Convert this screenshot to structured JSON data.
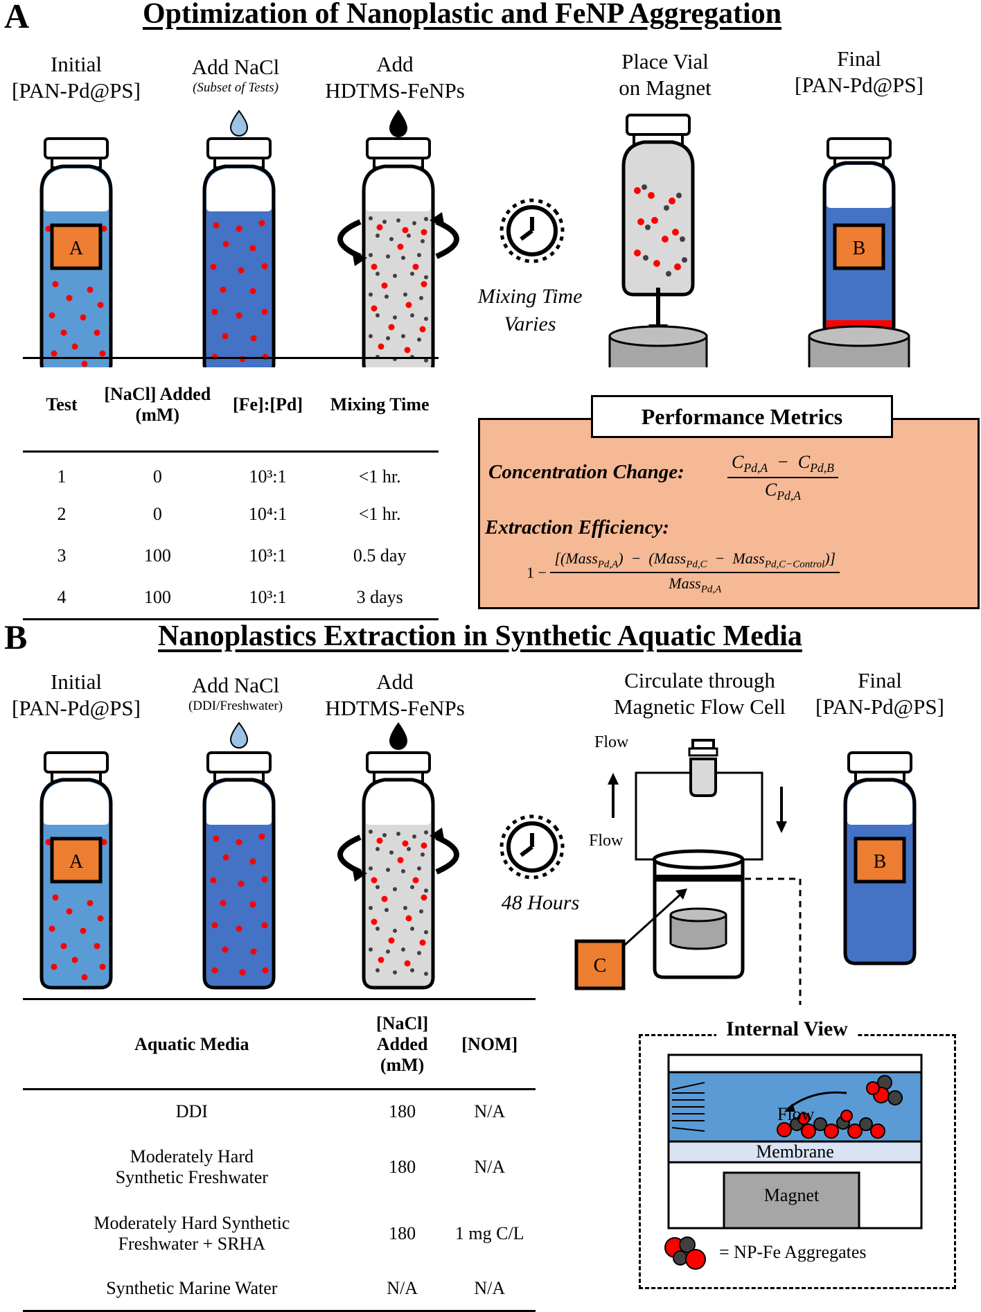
{
  "panel_a": {
    "letter": "A",
    "title": "Optimization of Nanoplastic and FeNP Aggregation",
    "steps": {
      "initial": "Initial",
      "initial_sub": "[PAN-Pd@PS]",
      "add_nacl": "Add NaCl",
      "add_nacl_note": "(Subset of Tests)",
      "add_hdtms": "Add",
      "add_hdtms_sub": "HDTMS-FeNPs",
      "place_vial": "Place Vial",
      "place_vial_sub": "on Magnet",
      "final": "Final",
      "final_sub": "[PAN-Pd@PS]"
    },
    "mixing_label_1": "Mixing Time",
    "mixing_label_2": "Varies",
    "vial_labels": {
      "a": "A",
      "b": "B"
    },
    "table": {
      "headers": [
        "Test",
        "[NaCl] Added (mM)",
        "[Fe]:[Pd]",
        "Mixing Time"
      ],
      "rows": [
        [
          "1",
          "0",
          "10³:1",
          "<1 hr."
        ],
        [
          "2",
          "0",
          "10⁴:1",
          "<1 hr."
        ],
        [
          "3",
          "100",
          "10³:1",
          "0.5 day"
        ],
        [
          "4",
          "100",
          "10³:1",
          "3 days"
        ]
      ]
    },
    "metrics": {
      "title": "Performance Metrics",
      "concentration_label": "Concentration Change:",
      "extraction_label": "Extraction Efficiency:",
      "one_minus": "1 −"
    }
  },
  "panel_b": {
    "letter": "B",
    "title": "Nanoplastics Extraction in Synthetic Aquatic Media",
    "steps": {
      "initial": "Initial",
      "initial_sub": "[PAN-Pd@PS]",
      "add_nacl": "Add NaCl",
      "add_nacl_note": "(DDI/Freshwater)",
      "add_hdtms": "Add",
      "add_hdtms_sub": "HDTMS-FeNPs",
      "circulate": "Circulate through",
      "circulate_sub": "Magnetic Flow Cell",
      "final": "Final",
      "final_sub": "[PAN-Pd@PS]"
    },
    "hours_label": "48 Hours",
    "flow_up": "Flow",
    "flow_down": "Flow",
    "vial_labels": {
      "a": "A",
      "b": "B",
      "c": "C"
    },
    "internal_view": {
      "title": "Internal View",
      "flow": "Flow",
      "membrane": "Membrane",
      "magnet": "Magnet",
      "legend": "= NP-Fe Aggregates"
    },
    "table": {
      "headers": [
        "Aquatic Media",
        "[NaCl] Added (mM)",
        "[NOM]"
      ],
      "rows": [
        [
          "DDI",
          "180",
          "N/A"
        ],
        [
          "Moderately Hard Synthetic Freshwater",
          "180",
          "N/A"
        ],
        [
          "Moderately Hard Synthetic Freshwater + SRHA",
          "180",
          "1 mg C/L"
        ],
        [
          "Synthetic Marine Water",
          "N/A",
          "N/A"
        ]
      ]
    }
  },
  "colors": {
    "light_blue": "#5b9bd5",
    "dark_blue": "#4472c4",
    "orange": "#ed7d31",
    "salmon": "#f5b995",
    "red_particle": "#ff0000",
    "gray": "#a6a6a6"
  }
}
